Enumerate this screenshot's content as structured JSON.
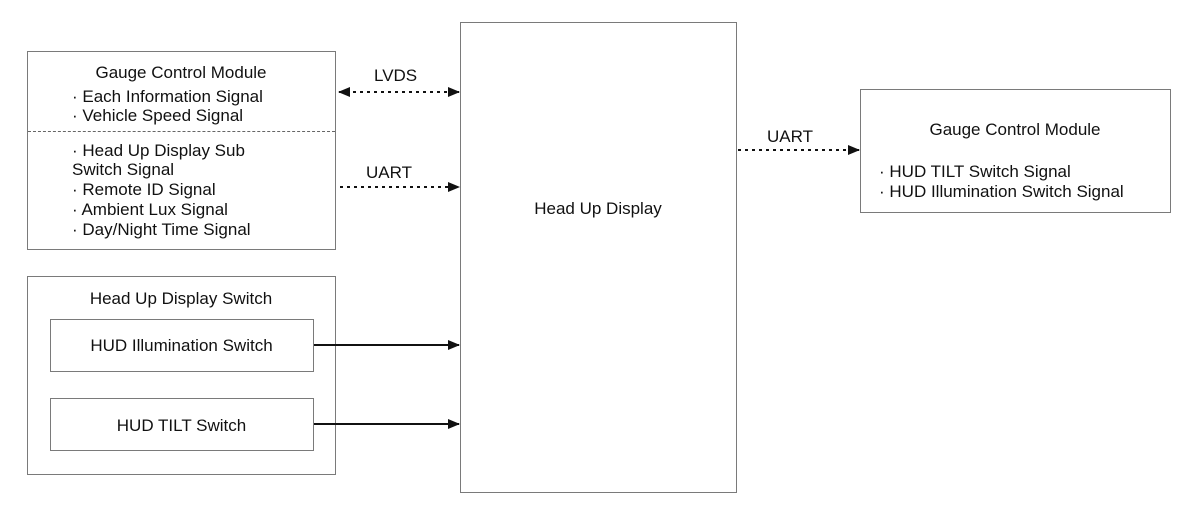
{
  "left_gcm": {
    "title": "Gauge Control Module",
    "upper_signals": [
      "· Each Information Signal",
      "· Vehicle Speed Signal"
    ],
    "lower_signals": [
      "· Head Up Display Sub",
      "Switch Signal",
      "· Remote ID Signal",
      "· Ambient Lux Signal",
      "· Day/Night Time Signal"
    ]
  },
  "hud_switch": {
    "title": "Head Up Display Switch",
    "illumination_switch": "HUD Illumination Switch",
    "tilt_switch": "HUD TILT Switch"
  },
  "hud": {
    "label": "Head Up Display"
  },
  "right_gcm": {
    "title": "Gauge Control Module",
    "signals": [
      "· HUD TILT Switch Signal",
      "· HUD Illumination Switch Signal"
    ]
  },
  "links": {
    "lvds": "LVDS",
    "uart_in": "UART",
    "uart_out": "UART"
  }
}
